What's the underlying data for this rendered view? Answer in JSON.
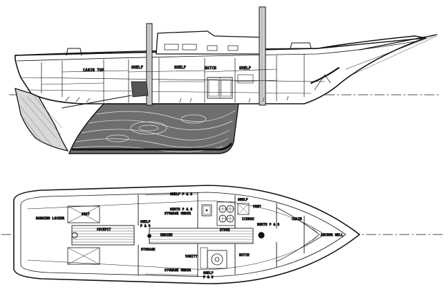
{
  "drawing": {
    "profile_labels": {
      "forepeak": "CABIN TOP",
      "shelf_aft": "SHELF",
      "shelf_mid": "SHELF",
      "hatch": "HATCH",
      "shelf_fwd": "SHELF"
    },
    "plan_labels": {
      "shelf_top": "SHELF P & S",
      "berth_top": "BERTH P & S",
      "stowage_top": "STOWAGE UNDER",
      "shelf_fwd_top": "SHELF",
      "vent": "VENT",
      "hanging_locker": "HANGING LOCKER",
      "seat": "SEAT",
      "shelf_left": "SHELF",
      "shelf_left2": "P & S",
      "cockpit_sole": "COCKPIT",
      "engine": "ENGINE",
      "berth_fwd": "BERTH P & S",
      "chain_locker": "CHAIN",
      "anchor_well": "ANCHOR WELL",
      "stove_label": "STOVE",
      "icebox": "ICEBOX",
      "storage_under": "STORAGE",
      "shelf_bottom": "SHELF",
      "shelf_bottom2": "P & S",
      "vanity": "VANITY",
      "hatch_plan": "HATCH",
      "stowage_bottom": "STOWAGE UNDER"
    }
  }
}
